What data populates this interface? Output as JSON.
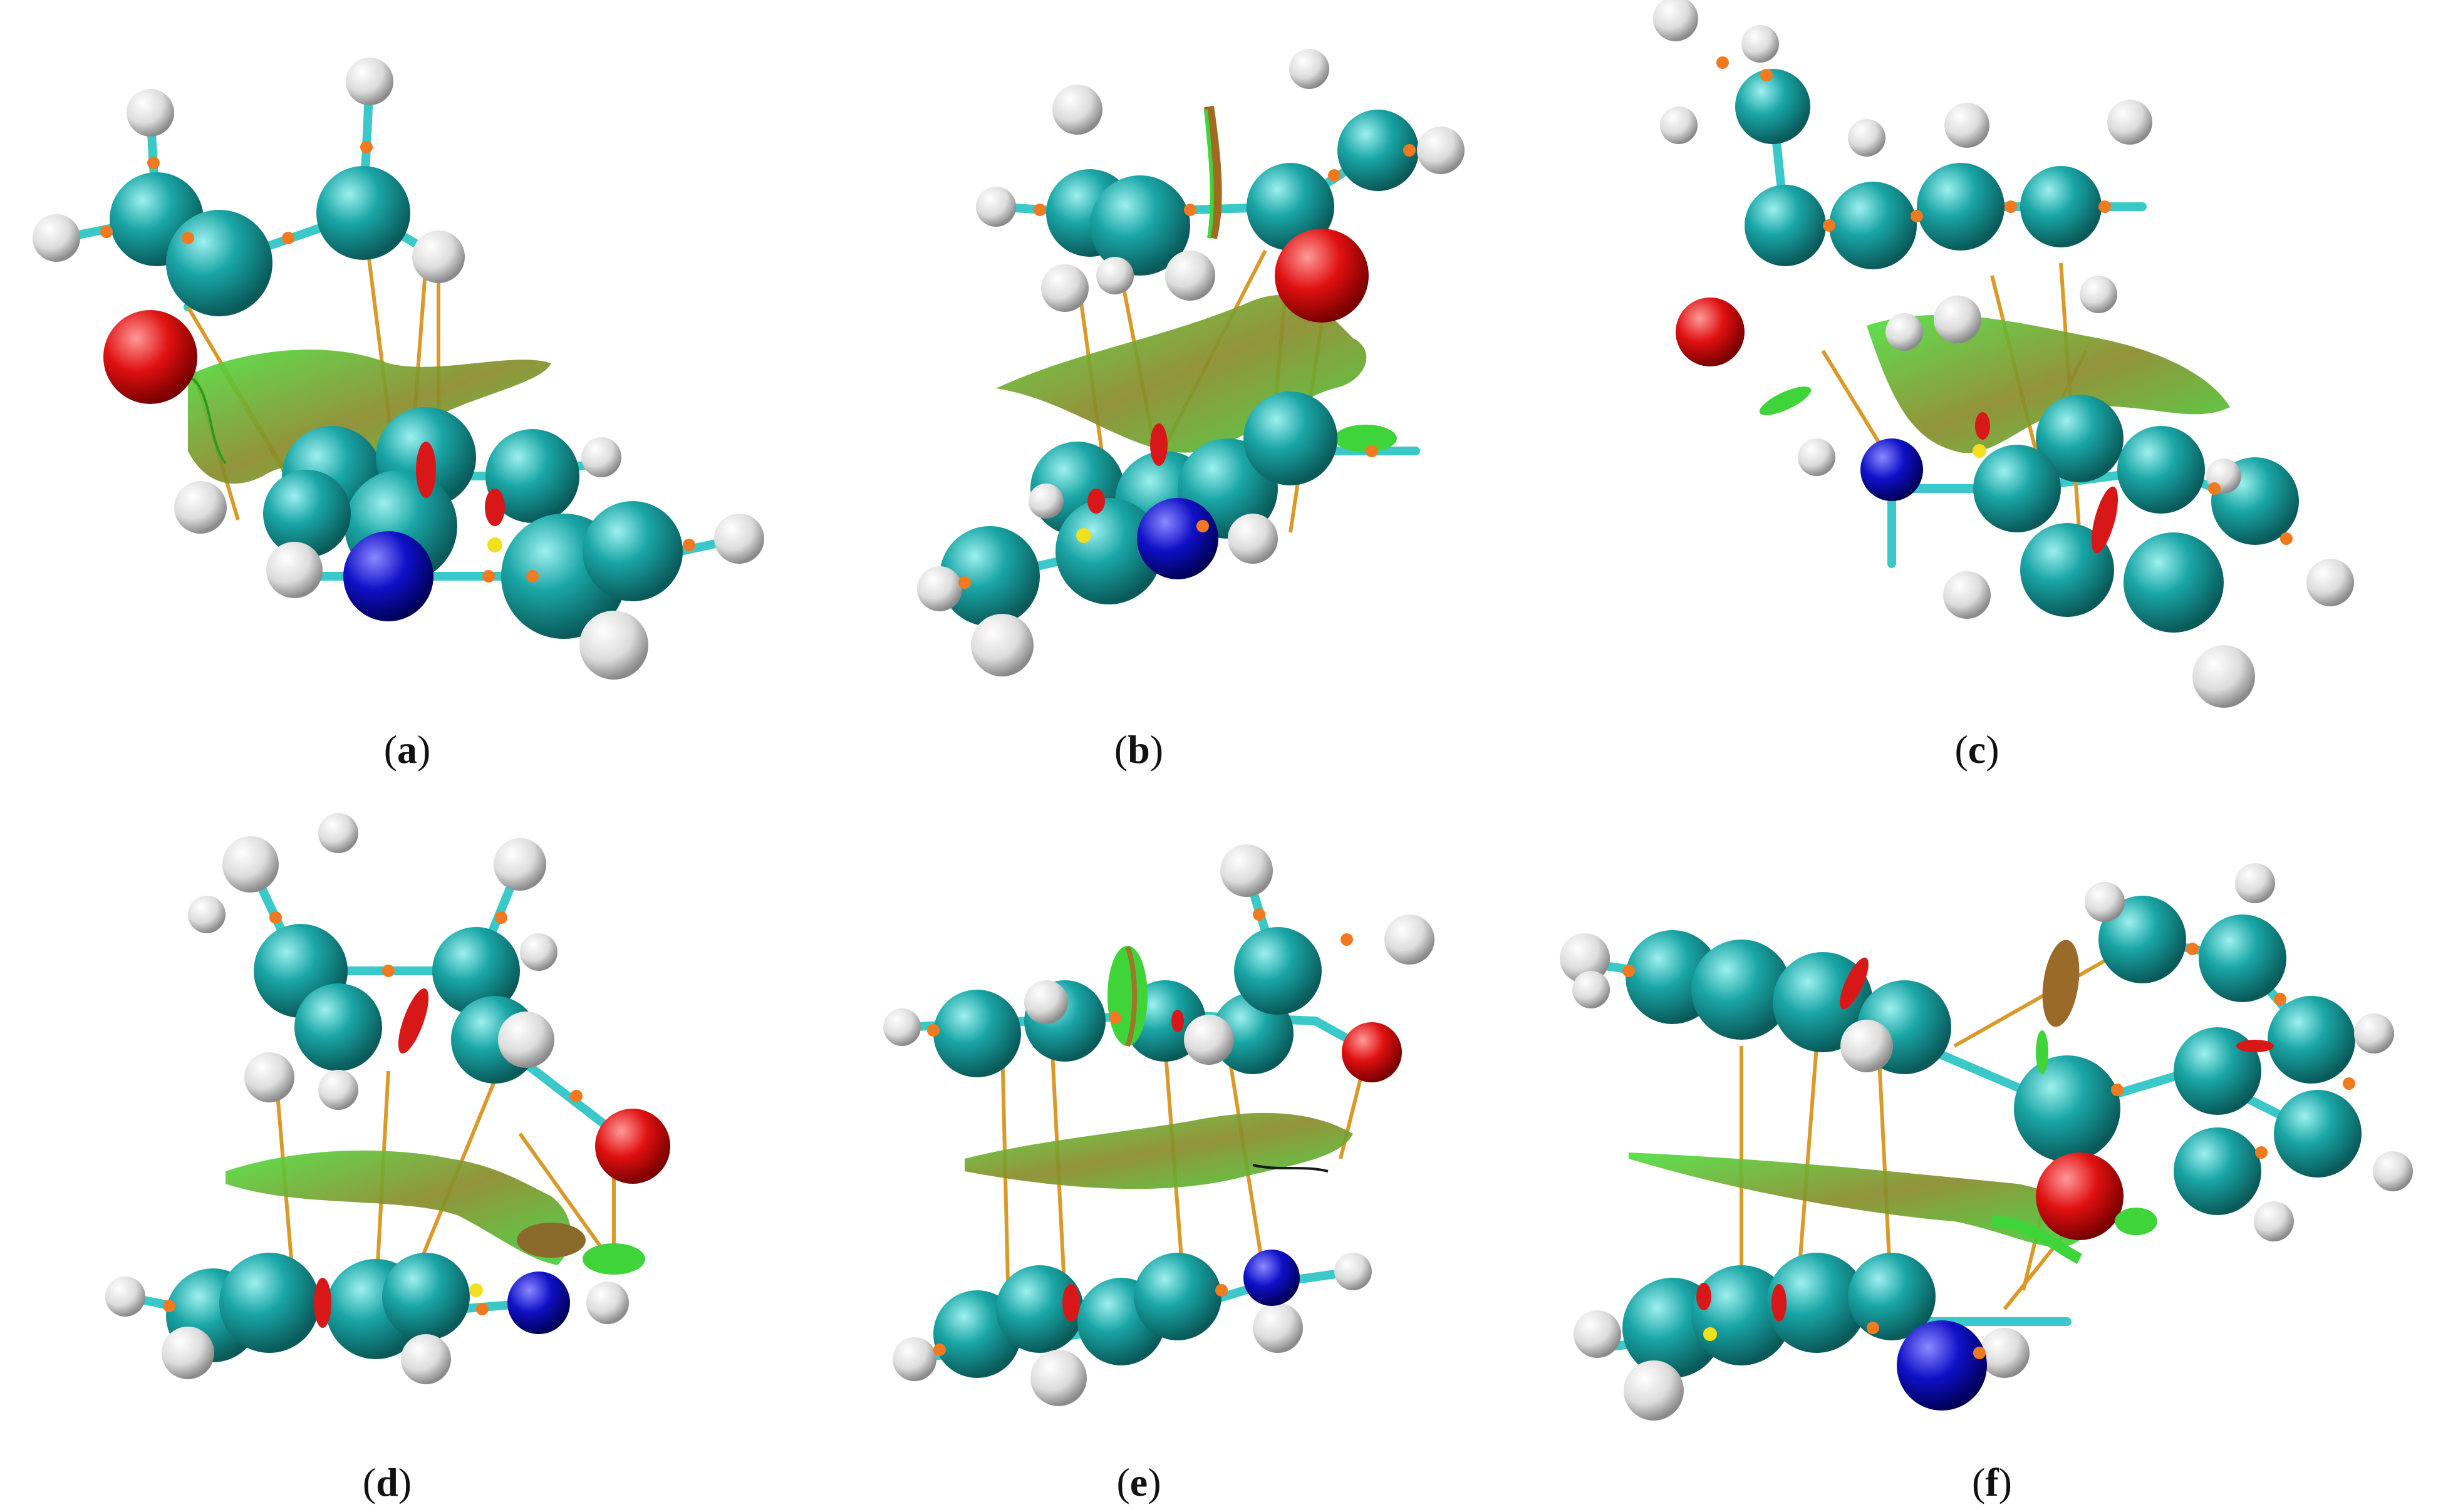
{
  "figure": {
    "colors": {
      "carbon": "#1aa6a6",
      "hydrogen": "#e8e8e8",
      "oxygen": "#e01010",
      "nitrogen": "#1010c8",
      "critical_point": "#f07a20",
      "bond_path": "#d99a2a",
      "isosurface_green": "#3fd43a",
      "isosurface_brown": "#9a7a2a",
      "ring_cp_red": "#d81818",
      "cage_cp_yellow": "#f0e020"
    },
    "panels": [
      {
        "id": "a",
        "caption": "a"
      },
      {
        "id": "b",
        "caption": "b"
      },
      {
        "id": "c",
        "caption": "c"
      },
      {
        "id": "d",
        "caption": "d"
      },
      {
        "id": "e",
        "caption": "e"
      },
      {
        "id": "f",
        "caption": "f"
      }
    ]
  }
}
